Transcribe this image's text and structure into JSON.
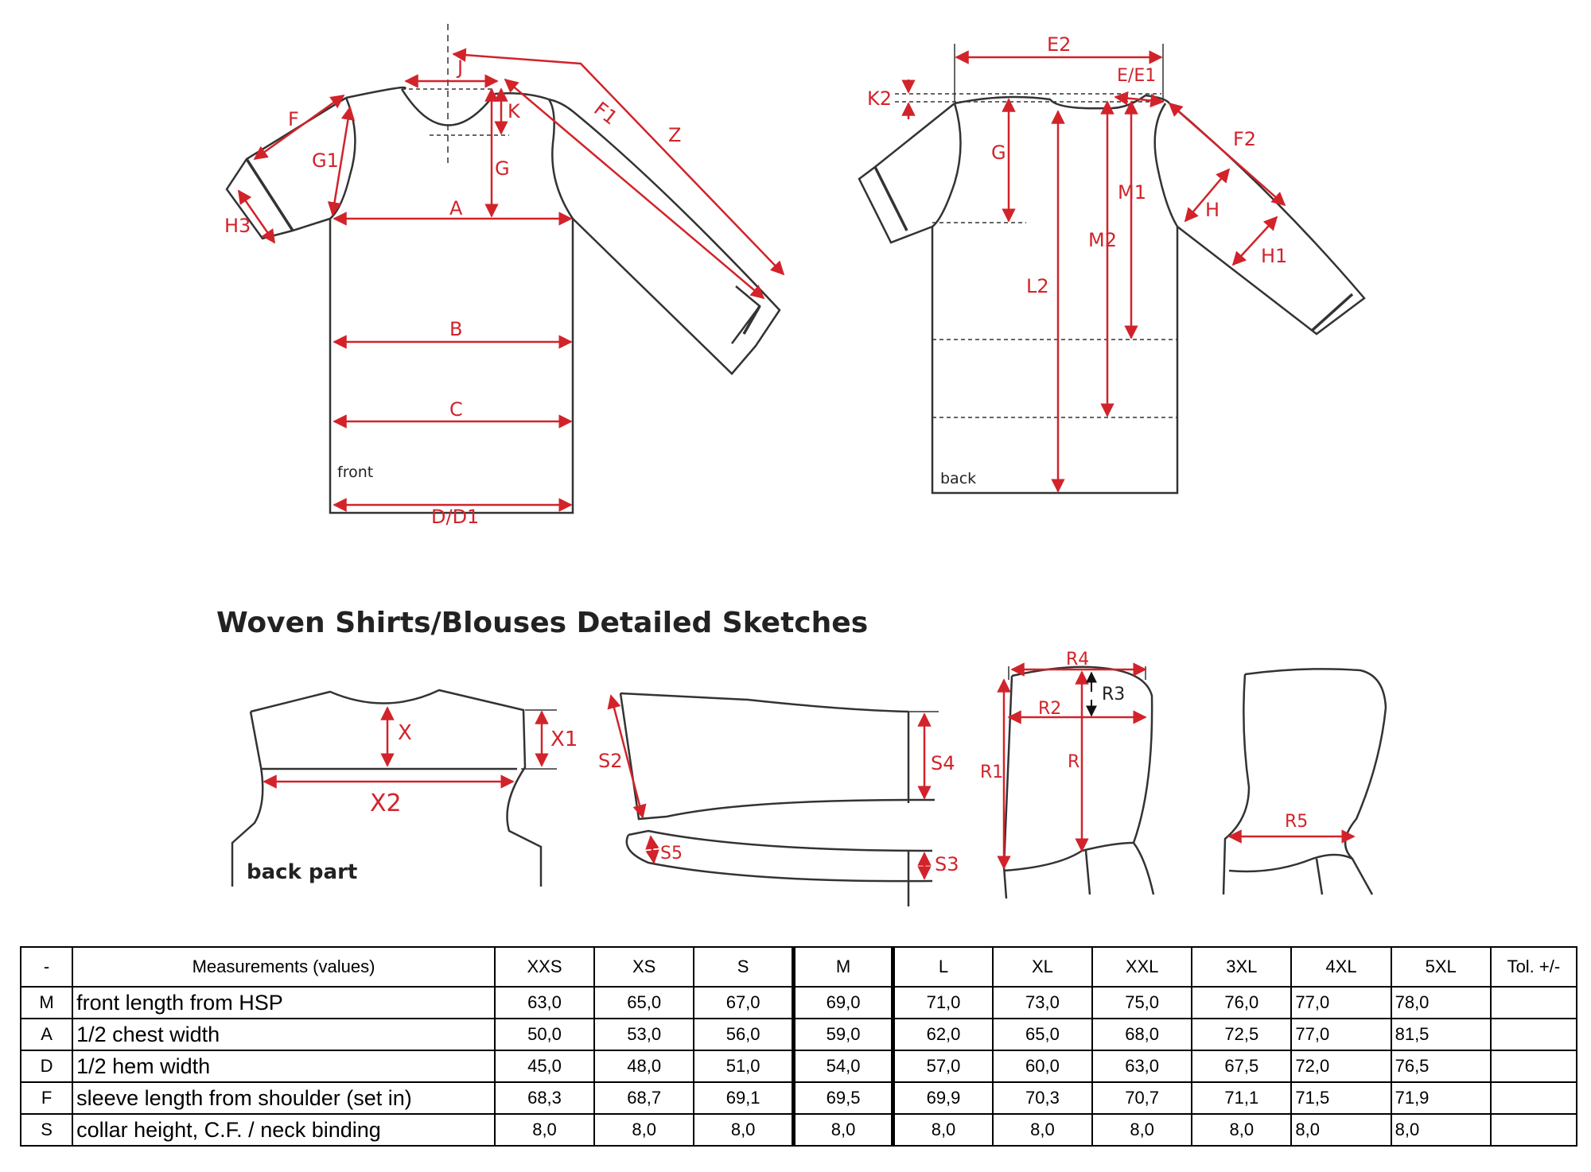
{
  "sketch_labels": {
    "front": [
      "J",
      "K",
      "F1",
      "Z",
      "F",
      "G1",
      "G",
      "H3",
      "A",
      "B",
      "C",
      "D/D1"
    ],
    "front_caption": "front",
    "back": [
      "E2",
      "E/E1",
      "K2",
      "G",
      "M1",
      "F2",
      "H",
      "M2",
      "H1",
      "L2"
    ],
    "back_caption": "back",
    "section_title": "Woven Shirts/Blouses Detailed Sketches",
    "detail_back": [
      "X",
      "X1",
      "X2"
    ],
    "detail_back_caption": "back part",
    "detail_sleeve": [
      "S2",
      "S4",
      "S5",
      "S3"
    ],
    "detail_collar": [
      "R4",
      "R3",
      "R2",
      "R1",
      "R"
    ],
    "detail_hood": [
      "R5"
    ]
  },
  "table": {
    "headers": [
      "-",
      "Measurements (values)",
      "XXS",
      "XS",
      "S",
      "M",
      "L",
      "XL",
      "XXL",
      "3XL",
      "4XL",
      "5XL",
      "Tol. +/-"
    ],
    "rows": [
      {
        "code": "M",
        "desc": "front length from HSP",
        "values": [
          "63,0",
          "65,0",
          "67,0",
          "69,0",
          "71,0",
          "73,0",
          "75,0",
          "76,0",
          "77,0",
          "78,0",
          ""
        ]
      },
      {
        "code": "A",
        "desc": "1/2 chest width",
        "values": [
          "50,0",
          "53,0",
          "56,0",
          "59,0",
          "62,0",
          "65,0",
          "68,0",
          "72,5",
          "77,0",
          "81,5",
          ""
        ]
      },
      {
        "code": "D",
        "desc": "1/2 hem width",
        "values": [
          "45,0",
          "48,0",
          "51,0",
          "54,0",
          "57,0",
          "60,0",
          "63,0",
          "67,5",
          "72,0",
          "76,5",
          ""
        ]
      },
      {
        "code": "F",
        "desc": "sleeve length from shoulder (set in)",
        "values": [
          "68,3",
          "68,7",
          "69,1",
          "69,5",
          "69,9",
          "70,3",
          "70,7",
          "71,1",
          "71,5",
          "71,9",
          ""
        ]
      },
      {
        "code": "S",
        "desc": "collar height, C.F. / neck binding",
        "values": [
          "8,0",
          "8,0",
          "8,0",
          "8,0",
          "8,0",
          "8,0",
          "8,0",
          "8,0",
          "8,0",
          "8,0",
          ""
        ]
      }
    ]
  },
  "colors": {
    "measure_red": "#d2232a",
    "outline": "#333333"
  }
}
